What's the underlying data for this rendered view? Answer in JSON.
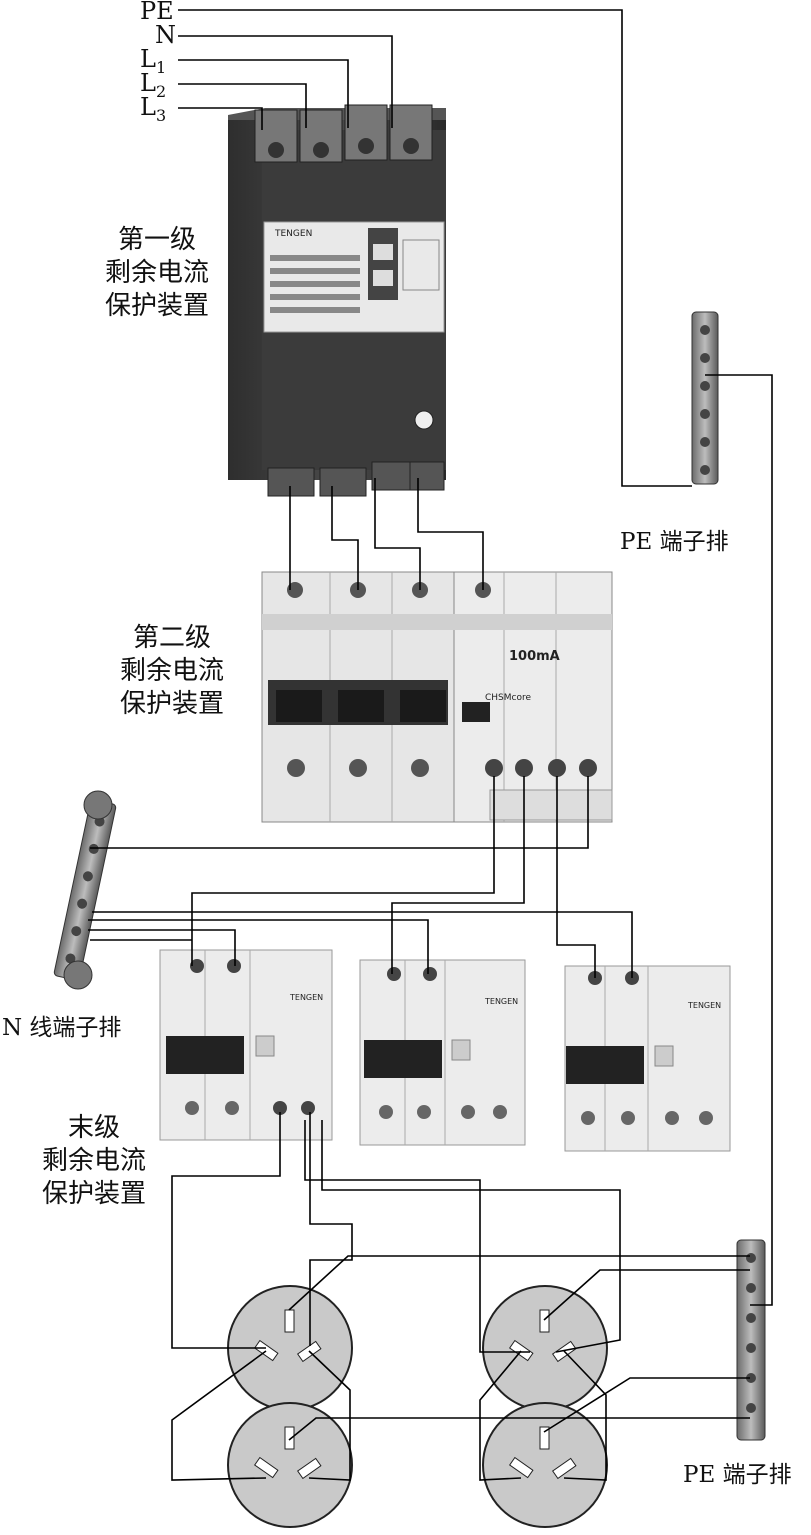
{
  "lines": {
    "pe": "PE",
    "n": "N",
    "l1_main": "L",
    "l1_sub": "1",
    "l2_main": "L",
    "l2_sub": "2",
    "l3_main": "L",
    "l3_sub": "3"
  },
  "stage1": {
    "label_lines": [
      "第一级",
      "剩余电流",
      "保护装置"
    ],
    "brand": "TENGEN"
  },
  "stage2": {
    "label_lines": [
      "第二级",
      "剩余电流",
      "保护装置"
    ],
    "rating": "100mA",
    "brand_text": "CHSMcore"
  },
  "final_stage": {
    "label_lines": [
      "末级",
      "剩余电流",
      "保护装置"
    ],
    "brand": "TENGEN"
  },
  "terminal_bars": {
    "pe_top": "PE 端子排",
    "n_bar": "N 线端子排",
    "pe_bottom": "PE 端子排"
  },
  "colors": {
    "device_body": "#3a3a3a",
    "breaker_body": "#e8e8e8",
    "socket": "#c9c9c9",
    "wire": "#000000"
  }
}
